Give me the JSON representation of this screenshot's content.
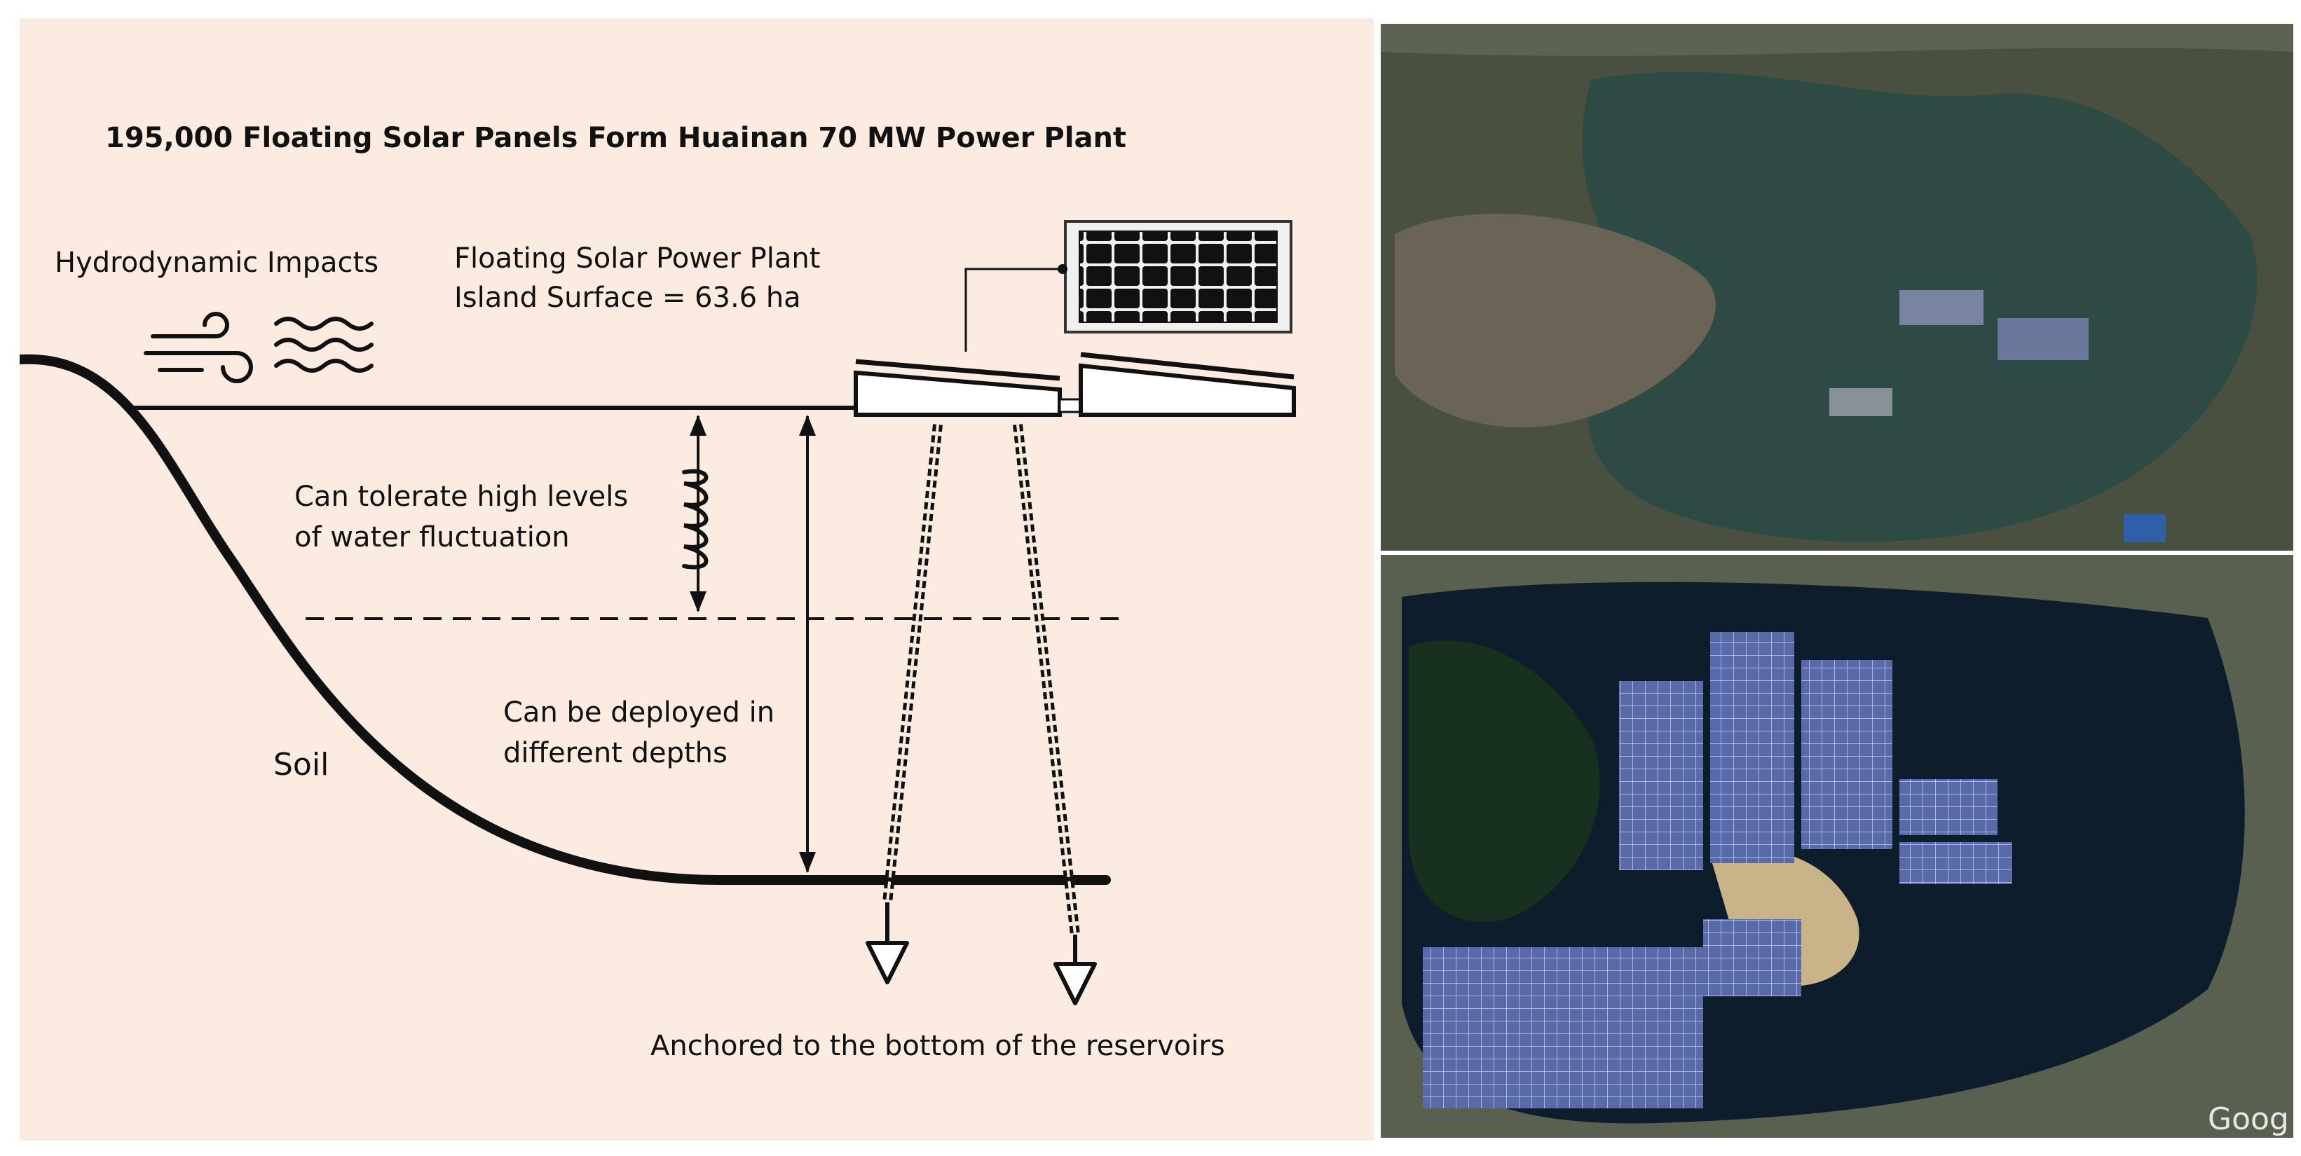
{
  "diagram": {
    "title": "195,000 Floating Solar Panels Form Huainan 70 MW Power Plant",
    "hydro_label": "Hydrodynamic Impacts",
    "plant_label_line1": "Floating Solar Power Plant",
    "plant_label_line2": "Island Surface = 63.6 ha",
    "fluct_line1": "Can tolerate high levels",
    "fluct_line2": "of  water fluctuation",
    "depth_line1": "Can be deployed in",
    "depth_line2": "different depths",
    "soil_label": "Soil",
    "anchor_label": "Anchored to the bottom of the reservoirs",
    "icons": [
      "wind-icon",
      "waves-icon",
      "solar-panel-icon",
      "spring-icon",
      "anchor-icon"
    ]
  },
  "photos": {
    "before_alt": "Aerial view of the reservoir before installation",
    "after_alt": "Aerial view of the reservoir with floating solar arrays",
    "watermark": "Goog",
    "water_before": "#2e4a45",
    "water_after": "#0e1d2c",
    "panel_color": "#5a6aa8"
  }
}
